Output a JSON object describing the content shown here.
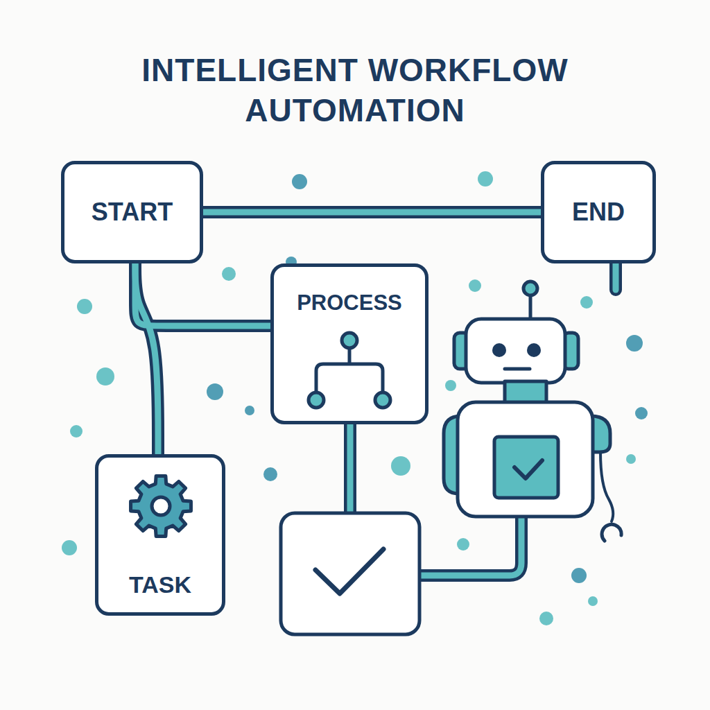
{
  "diagram": {
    "title": "INTELLIGENT WORKFLOW AUTOMATION",
    "nodes": [
      {
        "text": [
          "START"
        ]
      },
      {
        "text": [
          "END"
        ]
      },
      {
        "text": [
          "PROCESS"
        ]
      },
      {
        "text": [
          "TASK"
        ]
      }
    ],
    "edges": [
      {
        "from": 0,
        "to": 1,
        "arrow": "none"
      },
      {
        "from": 0,
        "to": 2,
        "arrow": "none"
      },
      {
        "from": 0,
        "to": 3,
        "arrow": "none"
      }
    ]
  }
}
